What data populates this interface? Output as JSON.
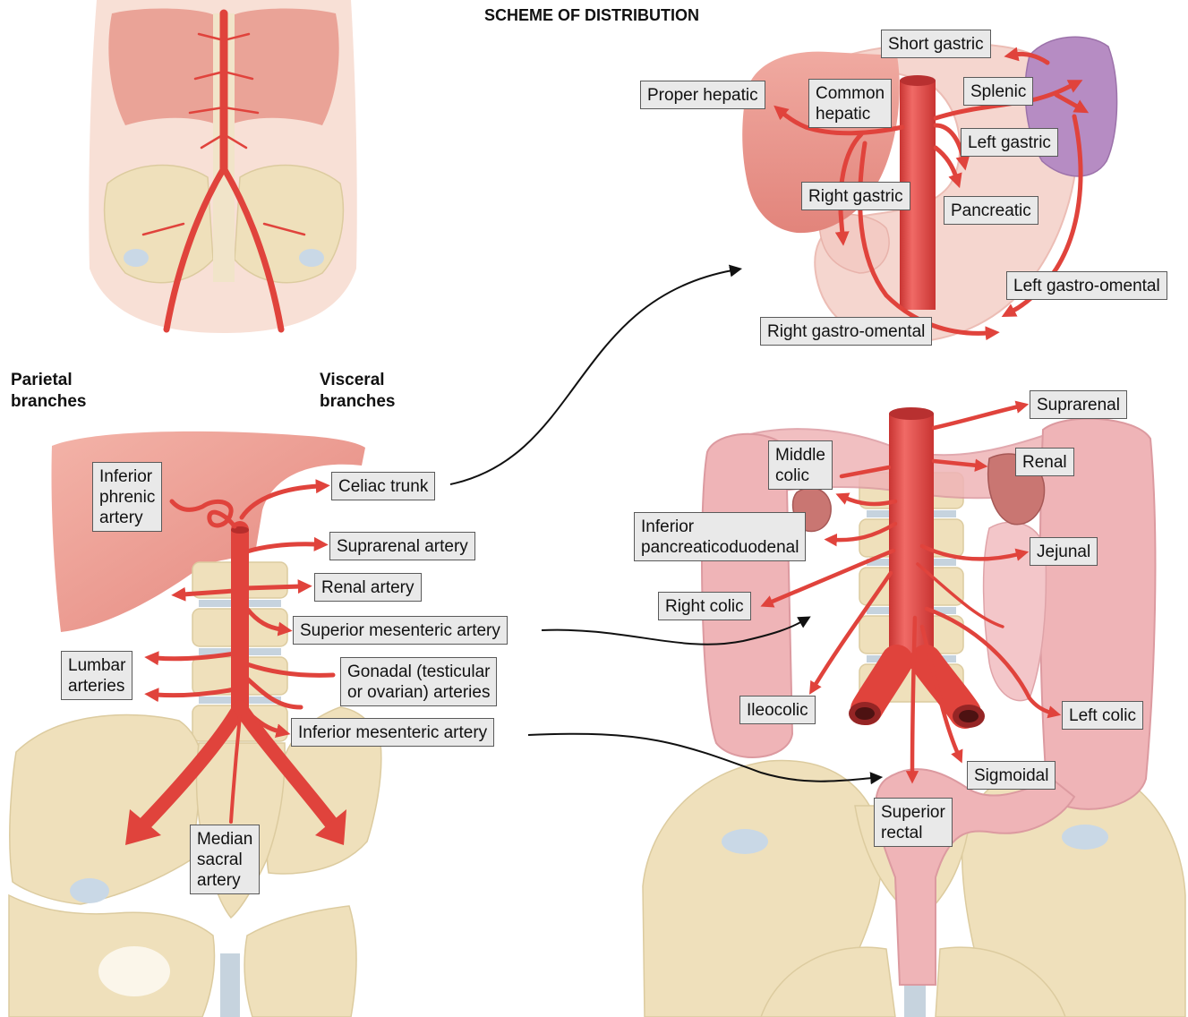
{
  "title": "SCHEME OF DISTRIBUTION",
  "headings": {
    "parietal": "Parietal\nbranches",
    "visceral": "Visceral\nbranches"
  },
  "abdominal_aorta": {
    "inferior_phrenic": "Inferior\nphrenic\nartery",
    "celiac_trunk": "Celiac trunk",
    "suprarenal": "Suprarenal artery",
    "renal": "Renal artery",
    "superior_mesenteric": "Superior mesenteric artery",
    "lumbar": "Lumbar\narteries",
    "gonadal": "Gonadal (testicular\nor ovarian) arteries",
    "inferior_mesenteric": "Inferior mesenteric artery",
    "median_sacral": "Median\nsacral\nartery"
  },
  "celiac_distribution": {
    "short_gastric": "Short gastric",
    "proper_hepatic": "Proper hepatic",
    "common_hepatic": "Common\nhepatic",
    "splenic": "Splenic",
    "left_gastric": "Left gastric",
    "right_gastric": "Right gastric",
    "pancreatic": "Pancreatic",
    "left_gastro_omental": "Left gastro-omental",
    "right_gastro_omental": "Right gastro-omental"
  },
  "mesenteric_distribution": {
    "suprarenal": "Suprarenal",
    "middle_colic": "Middle\ncolic",
    "renal": "Renal",
    "inferior_pancreaticoduodenal": "Inferior\npancreaticoduodenal",
    "jejunal": "Jejunal",
    "right_colic": "Right colic",
    "ileocolic": "Ileocolic",
    "left_colic": "Left colic",
    "sigmoidal": "Sigmoidal",
    "superior_rectal": "Superior\nrectal"
  },
  "colors": {
    "artery": "#e0433c",
    "label_bg": "#e9e9e9",
    "label_border": "#5a5a5a",
    "bone": "#efe0bb",
    "colon": "#efb4b7",
    "liver": "#e8928a",
    "spleen": "#b68cc3"
  }
}
